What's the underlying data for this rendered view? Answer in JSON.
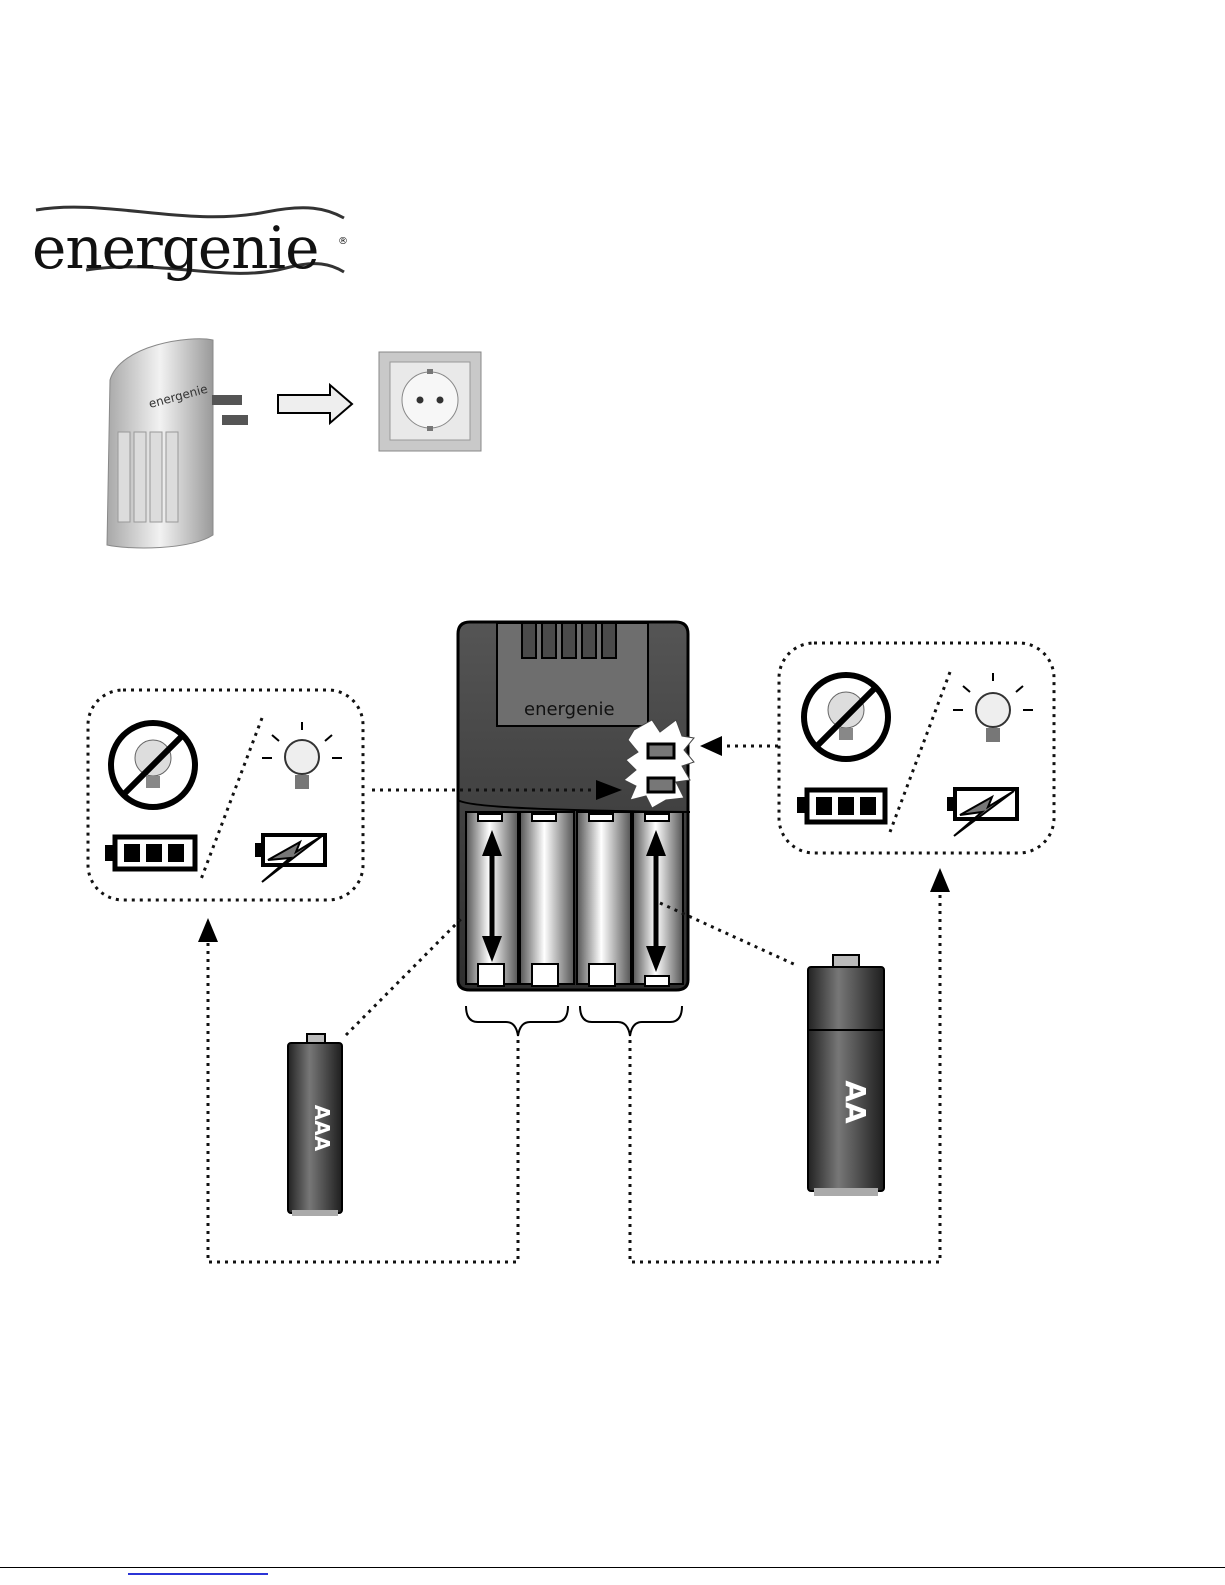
{
  "brand": {
    "logo_text": "energenie",
    "registered_mark": "®"
  },
  "charger": {
    "label": "energenie"
  },
  "batteries": {
    "small": "AAA",
    "large": "AA"
  },
  "colors": {
    "dark_body": "#3a3a3a",
    "dotted": "#111111",
    "link": "#2b34d6"
  },
  "icons": [
    "charger-photo",
    "arrow-right-icon",
    "wall-socket-icon",
    "bulb-off-icon",
    "bulb-on-icon",
    "battery-full-icon",
    "battery-charging-icon"
  ]
}
